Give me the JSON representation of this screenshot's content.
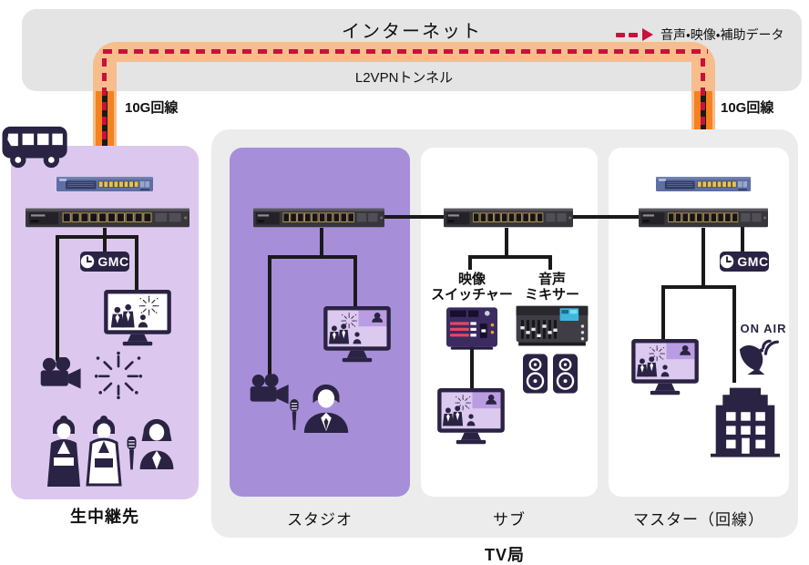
{
  "banner": {
    "title": "インターネット",
    "legend_label": "音声・映像・補助データ",
    "tunnel_label": "L2VPNトンネル",
    "line_label_left": "10G回線",
    "line_label_right": "10G回線"
  },
  "remote": {
    "label": "生中継先",
    "gmc": "GMC"
  },
  "station": {
    "label": "TV局",
    "studio": {
      "label": "スタジオ"
    },
    "sub": {
      "label": "サブ",
      "vswitcher_label": [
        "映像",
        "スイッチャー"
      ],
      "mixer_label": [
        "音声",
        "ミキサー"
      ]
    },
    "master": {
      "label": "マスター（回線）",
      "gmc": "GMC",
      "on_air": "ON AIR"
    }
  },
  "colors": {
    "banner_bg": "#e4e4e4",
    "station_bg": "#ececec",
    "remote_panel": "#dcc8ee",
    "studio_panel": "#a78ed9",
    "tunnel_light": "#f7bd8c",
    "tunnel_bright": "#f58220",
    "signal_dash": "#c8113c",
    "arrow_head": "#c5175a",
    "icon_dark": "#2a2343",
    "cable": "#1a1a1a"
  }
}
